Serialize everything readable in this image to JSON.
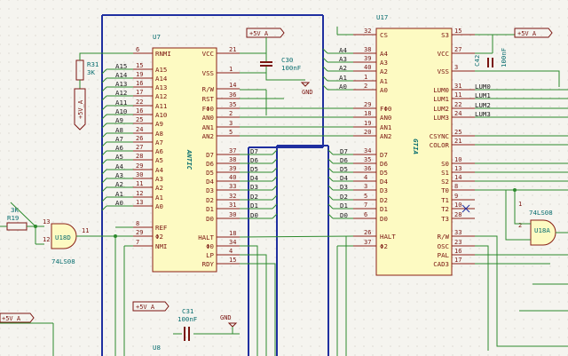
{
  "u7": {
    "ref": "U7",
    "name": "ANTIC",
    "left_pins": [
      {
        "num": "6",
        "name": "RNMI"
      },
      {
        "num": "15",
        "name": "A15"
      },
      {
        "num": "19",
        "name": "A14"
      },
      {
        "num": "16",
        "name": "A13"
      },
      {
        "num": "17",
        "name": "A12"
      },
      {
        "num": "22",
        "name": "A11"
      },
      {
        "num": "16",
        "name": "A10"
      },
      {
        "num": "25",
        "name": "A9"
      },
      {
        "num": "24",
        "name": "A8"
      },
      {
        "num": "26",
        "name": "A7"
      },
      {
        "num": "27",
        "name": "A6"
      },
      {
        "num": "28",
        "name": "A5"
      },
      {
        "num": "29",
        "name": "A4"
      },
      {
        "num": "30",
        "name": "A3"
      },
      {
        "num": "11",
        "name": "A2"
      },
      {
        "num": "12",
        "name": "A1"
      },
      {
        "num": "13",
        "name": "A0"
      },
      {
        "num": "8",
        "name": "REF"
      },
      {
        "num": "29",
        "name": "Φ2"
      },
      {
        "num": "7",
        "name": "NMI"
      }
    ],
    "left_nets": [
      "A15",
      "A14",
      "A13",
      "A12",
      "A11",
      "A10",
      "A9",
      "A8",
      "A7",
      "A6",
      "A5",
      "A4",
      "A3",
      "A2",
      "A1",
      "A0"
    ],
    "right_top_pins": [
      {
        "num": "21",
        "name": "VCC"
      },
      {
        "num": "1",
        "name": "VSS"
      },
      {
        "num": "14",
        "name": "R/W"
      },
      {
        "num": "36",
        "name": "RST"
      },
      {
        "num": "35",
        "name": "FΦ0"
      },
      {
        "num": "2",
        "name": "AN0"
      },
      {
        "num": "3",
        "name": "AN1"
      },
      {
        "num": "5",
        "name": "AN2"
      }
    ],
    "right_data_pins": [
      {
        "num": "37",
        "name": "D7",
        "net": "D7"
      },
      {
        "num": "38",
        "name": "D6",
        "net": "D6"
      },
      {
        "num": "39",
        "name": "D5",
        "net": "D5"
      },
      {
        "num": "40",
        "name": "D4",
        "net": "D4"
      },
      {
        "num": "33",
        "name": "D3",
        "net": "D3"
      },
      {
        "num": "32",
        "name": "D2",
        "net": "D2"
      },
      {
        "num": "31",
        "name": "D1",
        "net": "D1"
      },
      {
        "num": "30",
        "name": "D0",
        "net": "D0"
      }
    ],
    "right_bottom_pins": [
      {
        "num": "18",
        "name": "HALT"
      },
      {
        "num": "34",
        "name": "Φ0"
      },
      {
        "num": "4",
        "name": "LP"
      },
      {
        "num": "15",
        "name": "RDY"
      }
    ]
  },
  "u17": {
    "ref": "U17",
    "name": "GTIA",
    "left_top_pins": [
      {
        "num": "32",
        "name": "CS",
        "net": ""
      },
      {
        "num": "38",
        "name": "A4",
        "net": "A4"
      },
      {
        "num": "39",
        "name": "A3",
        "net": "A3"
      },
      {
        "num": "40",
        "name": "A2",
        "net": "A2"
      },
      {
        "num": "1",
        "name": "A1",
        "net": "A1"
      },
      {
        "num": "2",
        "name": "A0",
        "net": "A0"
      }
    ],
    "left_mid_pins": [
      {
        "num": "29",
        "name": "FΦ0"
      },
      {
        "num": "18",
        "name": "AN0"
      },
      {
        "num": "19",
        "name": "AN1"
      },
      {
        "num": "20",
        "name": "AN2"
      }
    ],
    "left_data_pins": [
      {
        "num": "34",
        "name": "D7",
        "net": "D7"
      },
      {
        "num": "35",
        "name": "D6",
        "net": "D6"
      },
      {
        "num": "36",
        "name": "D5",
        "net": "D5"
      },
      {
        "num": "4",
        "name": "D4",
        "net": "D4"
      },
      {
        "num": "3",
        "name": "D3",
        "net": "D3"
      },
      {
        "num": "5",
        "name": "D2",
        "net": "D2"
      },
      {
        "num": "7",
        "name": "D1",
        "net": "D1"
      },
      {
        "num": "6",
        "name": "D0",
        "net": "D0"
      }
    ],
    "left_bottom_pins": [
      {
        "num": "26",
        "name": "HALT"
      },
      {
        "num": "37",
        "name": "Φ2"
      }
    ],
    "right_pins": [
      {
        "num": "15",
        "name": "S3",
        "net": ""
      },
      {
        "num": "27",
        "name": "VCC",
        "net": ""
      },
      {
        "num": "3",
        "name": "VSS",
        "net": ""
      },
      {
        "num": "31",
        "name": "LUM0",
        "net": "LUM0"
      },
      {
        "num": "11",
        "name": "LUM1",
        "net": "LUM1"
      },
      {
        "num": "22",
        "name": "LUM2",
        "net": "LUM2"
      },
      {
        "num": "24",
        "name": "LUM3",
        "net": "LUM3"
      },
      {
        "num": "25",
        "name": "CSYNC",
        "net": ""
      },
      {
        "num": "21",
        "name": "COLOR",
        "net": ""
      },
      {
        "num": "10",
        "name": "S0",
        "net": ""
      },
      {
        "num": "13",
        "name": "S1",
        "net": ""
      },
      {
        "num": "14",
        "name": "S2",
        "net": ""
      },
      {
        "num": "8",
        "name": "T0",
        "net": ""
      },
      {
        "num": "9",
        "name": "T1",
        "net": ""
      },
      {
        "num": "10",
        "name": "T2",
        "net": ""
      },
      {
        "num": "28",
        "name": "T3",
        "net": ""
      },
      {
        "num": "33",
        "name": "R/W",
        "net": ""
      },
      {
        "num": "23",
        "name": "OSC",
        "net": ""
      },
      {
        "num": "16",
        "name": "PAL",
        "net": ""
      },
      {
        "num": "17",
        "name": "CAD3",
        "net": ""
      }
    ]
  },
  "c30": {
    "ref": "C30",
    "value": "100nF"
  },
  "c31": {
    "ref": "C31",
    "value": "100nF"
  },
  "c42": {
    "ref": "C42",
    "value": "100nF"
  },
  "r31": {
    "ref": "R31",
    "value": "3K"
  },
  "r19": {
    "ref": "R19",
    "value": "3K"
  },
  "u18d": {
    "ref": "U18D",
    "type": "74LS08",
    "pins": [
      "13",
      "12",
      "11"
    ]
  },
  "u18a": {
    "ref": "U18A",
    "type": "74LS08",
    "pins": [
      "1",
      "2"
    ]
  },
  "u8": {
    "ref": "U8"
  },
  "power": {
    "vcc": "+5V_A",
    "gnd": "GND"
  }
}
